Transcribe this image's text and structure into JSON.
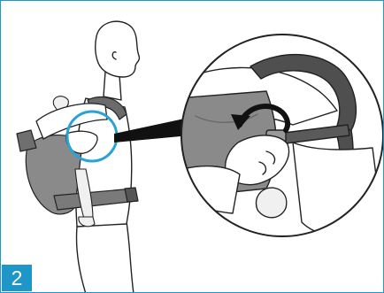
{
  "step": {
    "number": "2"
  },
  "colors": {
    "frame_border": "#1f97c9",
    "badge_background": "#1e96c8",
    "badge_text": "#ffffff",
    "outline": "#222222",
    "carrier_body": "#8a8a8a",
    "carrier_dark": "#555555",
    "skin": "#ffffff",
    "baby_skin": "#f0f0f0",
    "callout_circle": "#29a3d6"
  },
  "figure": {
    "subject": "adult-wearing-baby-carrier-on-back",
    "action": "tighten-shoulder-strap-buckle",
    "arrow_icon": "curved-arrow-icon"
  }
}
